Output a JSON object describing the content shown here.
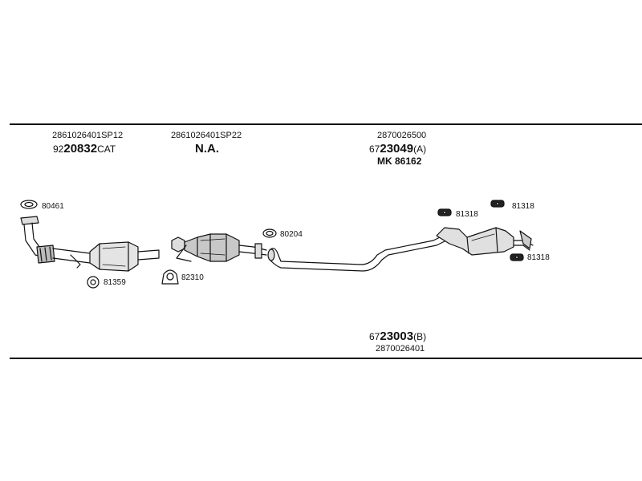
{
  "top_labels": {
    "col1_code": "2861026401SP12",
    "col1_part_prefix": "92",
    "col1_part_main": "20832",
    "col1_part_suffix": "CAT",
    "col2_code": "2861026401SP22",
    "col2_part": "N.A.",
    "col3_code": "2870026500",
    "col3_part_prefix": "67",
    "col3_part_main": "23049",
    "col3_part_suffix": "(A)",
    "col3_kit": "MK 86162"
  },
  "bottom_labels": {
    "part_prefix": "67",
    "part_main": "23003",
    "part_suffix": "(B)",
    "code": "2870026401"
  },
  "small_parts": {
    "gasket_front": "80461",
    "clamp_front": "81359",
    "clamp_mid": "82310",
    "gasket_mid": "80204",
    "hanger_rear_1": "81318",
    "hanger_rear_2": "81318",
    "hanger_rear_3": "81318"
  },
  "colors": {
    "line": "#111111",
    "background": "#ffffff"
  }
}
